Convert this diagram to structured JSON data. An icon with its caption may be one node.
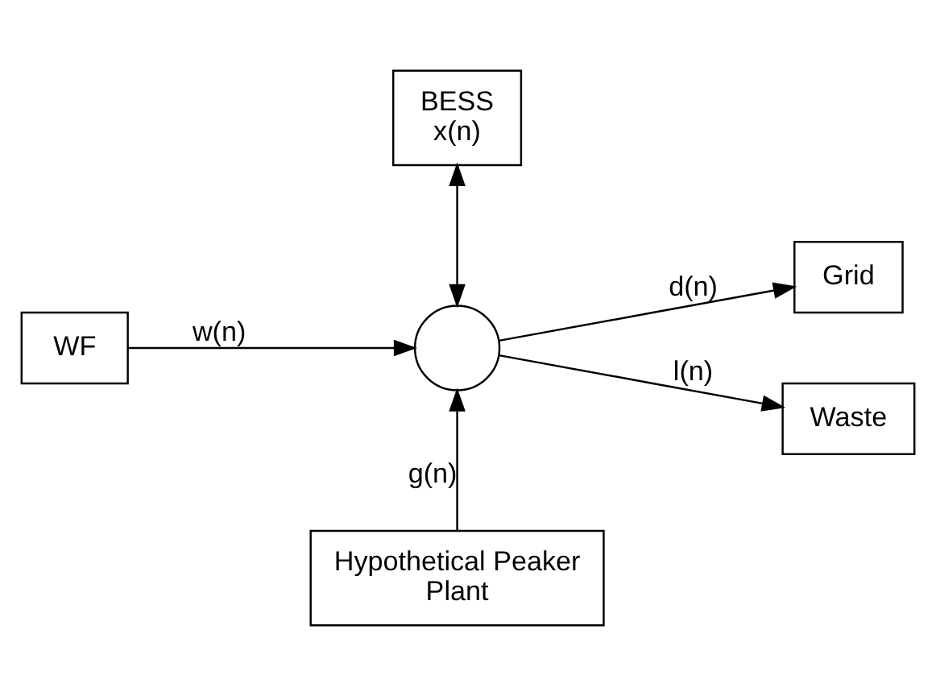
{
  "diagram": {
    "nodes": [
      {
        "text": [
          "BESS",
          "x(n)"
        ]
      },
      {
        "text": [
          "WF"
        ]
      },
      {
        "text": [],
        "shape": "circle"
      },
      {
        "text": [
          "Grid"
        ]
      },
      {
        "text": [
          "Waste"
        ]
      },
      {
        "text": [
          "Hypothetical Peaker Plant"
        ]
      }
    ],
    "edges": [
      {
        "from": 1,
        "to": 2,
        "arrow": "to",
        "label": "w(n)"
      },
      {
        "from": 0,
        "to": 2,
        "arrow": "both"
      },
      {
        "from": 2,
        "to": 3,
        "arrow": "to",
        "label": "d(n)"
      },
      {
        "from": 2,
        "to": 4,
        "arrow": "to",
        "label": "l(n)"
      },
      {
        "from": 5,
        "to": 2,
        "arrow": "to",
        "label": "g(n)"
      }
    ]
  }
}
